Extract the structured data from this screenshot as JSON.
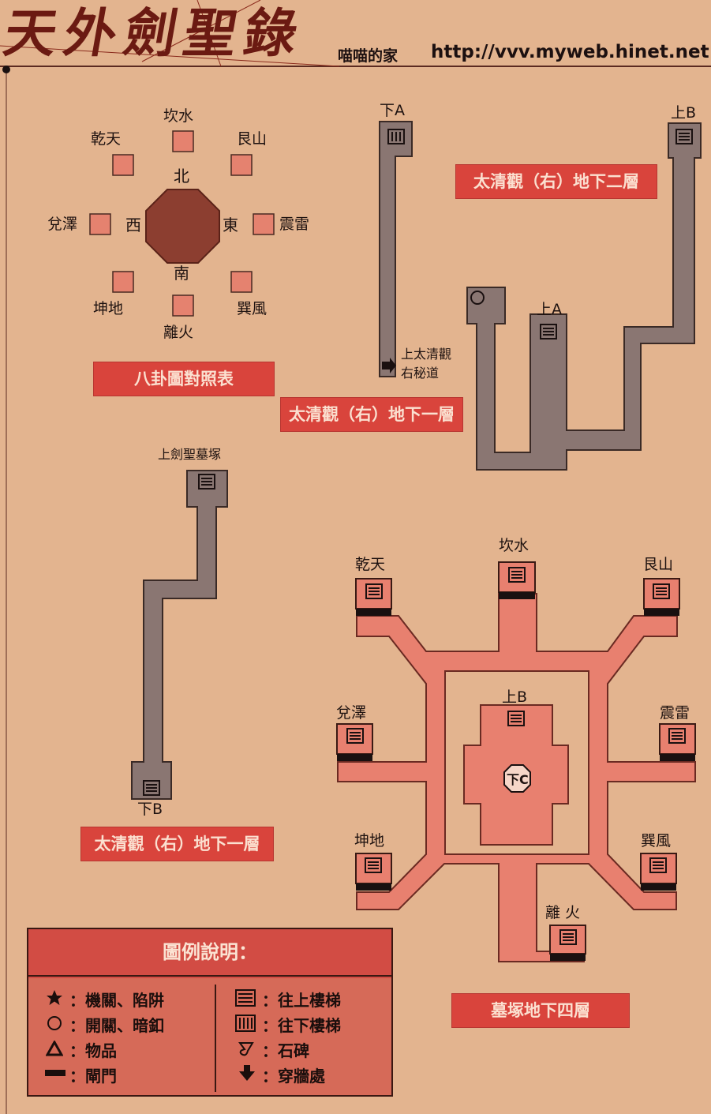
{
  "header": {
    "logo_title": "天外劍聖錄",
    "site_owner": "喵喵的家",
    "site_url": "http://vvv.myweb.hinet.net"
  },
  "bagua": {
    "caption": "八卦圖對照表",
    "trigrams": {
      "kan": "坎水",
      "gen": "艮山",
      "zhen": "震雷",
      "xun": "巽風",
      "li": "離火",
      "kun": "坤地",
      "dui": "兌澤",
      "qian": "乾天"
    },
    "directions": {
      "north": "北",
      "east": "東",
      "south": "南",
      "west": "西"
    }
  },
  "floor1_top": {
    "caption": "太清觀（右）地下一層",
    "down_label": "下A",
    "exit_label": "上太清觀右秘道",
    "exit_line1": "上太清觀",
    "exit_line2": "右秘道"
  },
  "floor2": {
    "caption": "太清觀（右）地下二層",
    "up_a": "上A",
    "up_b": "上B"
  },
  "floor1_bottom": {
    "caption": "太清觀（右）地下一層",
    "up_label": "上劍聖墓塚",
    "down_label": "下B"
  },
  "tomb": {
    "caption": "墓塚地下四層",
    "rooms": {
      "kan": "坎水",
      "qian": "乾天",
      "gen": "艮山",
      "dui": "兌澤",
      "zhen": "震雷",
      "kun": "坤地",
      "xun": "巽風",
      "li": "離 火"
    },
    "up_b": "上B",
    "down_c": "下C"
  },
  "legend": {
    "title": "圖例說明：",
    "items": [
      {
        "icon": "star-icon",
        "label": "：機關、陷阱"
      },
      {
        "icon": "circle-icon",
        "label": "：開關、暗釦"
      },
      {
        "icon": "triangle-icon",
        "label": "：物品"
      },
      {
        "icon": "gate-icon",
        "label": "：閘門"
      },
      {
        "icon": "stairs-up-icon",
        "label": "：往上樓梯"
      },
      {
        "icon": "stairs-down-icon",
        "label": "：往下樓梯"
      },
      {
        "icon": "stele-icon",
        "label": "：石碑"
      },
      {
        "icon": "arrow-down-icon",
        "label": "：穿牆處"
      }
    ]
  },
  "colors": {
    "paper": "#e3b48f",
    "corridor_gray": "#8a7672",
    "corridor_pink": "#e8806f",
    "caption_red": "#d9443c",
    "octagon": "#8c3e30"
  }
}
